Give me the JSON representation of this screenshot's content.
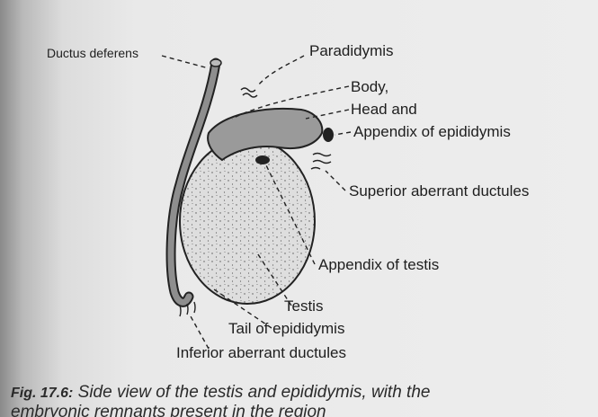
{
  "diagram": {
    "labels": {
      "ductus_deferens": "Ductus deferens",
      "paradidymis": "Paradidymis",
      "body": "Body,",
      "head_and": "Head and",
      "appendix_epididymis": "Appendix of epididymis",
      "superior_aberrant": "Superior aberrant ductules",
      "appendix_testis": "Appendix of testis",
      "testis": "Testis",
      "tail_epididymis": "Tail of epididymis",
      "inferior_aberrant": "Inferior aberrant ductules"
    }
  },
  "caption": {
    "number": "Fig. 17.6:",
    "text": "Side view of the testis and epididymis, with the",
    "line2": "embryonic remnants present in the region"
  }
}
